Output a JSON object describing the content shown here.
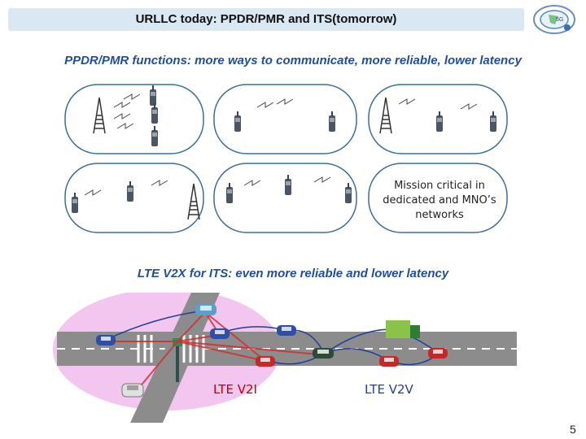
{
  "slide": {
    "title": "URLLC today: PPDR/PMR and ITS(tomorrow)",
    "logo_icon": "project-logo-icon",
    "ppdr_heading": "PPDR/PMR functions: more ways to communicate, more reliable, lower latency",
    "mission_text": "Mission critical in dedicated and MNO’s networks",
    "v2x_heading": "LTE V2X for ITS: even more reliable and lower latency",
    "v2i_label": "LTE V2I",
    "v2v_label": "LTE V2V",
    "page_number": "5"
  },
  "colors": {
    "title_bg": "#d9e8f3",
    "heading_blue": "#1f4e9a",
    "v2i_red": "#c00000",
    "v2v_blue": "#1f3f99",
    "panel_border": "#3a6e96",
    "pink_zone": "#f3c6ef",
    "road_gray": "#8c8c8c"
  }
}
